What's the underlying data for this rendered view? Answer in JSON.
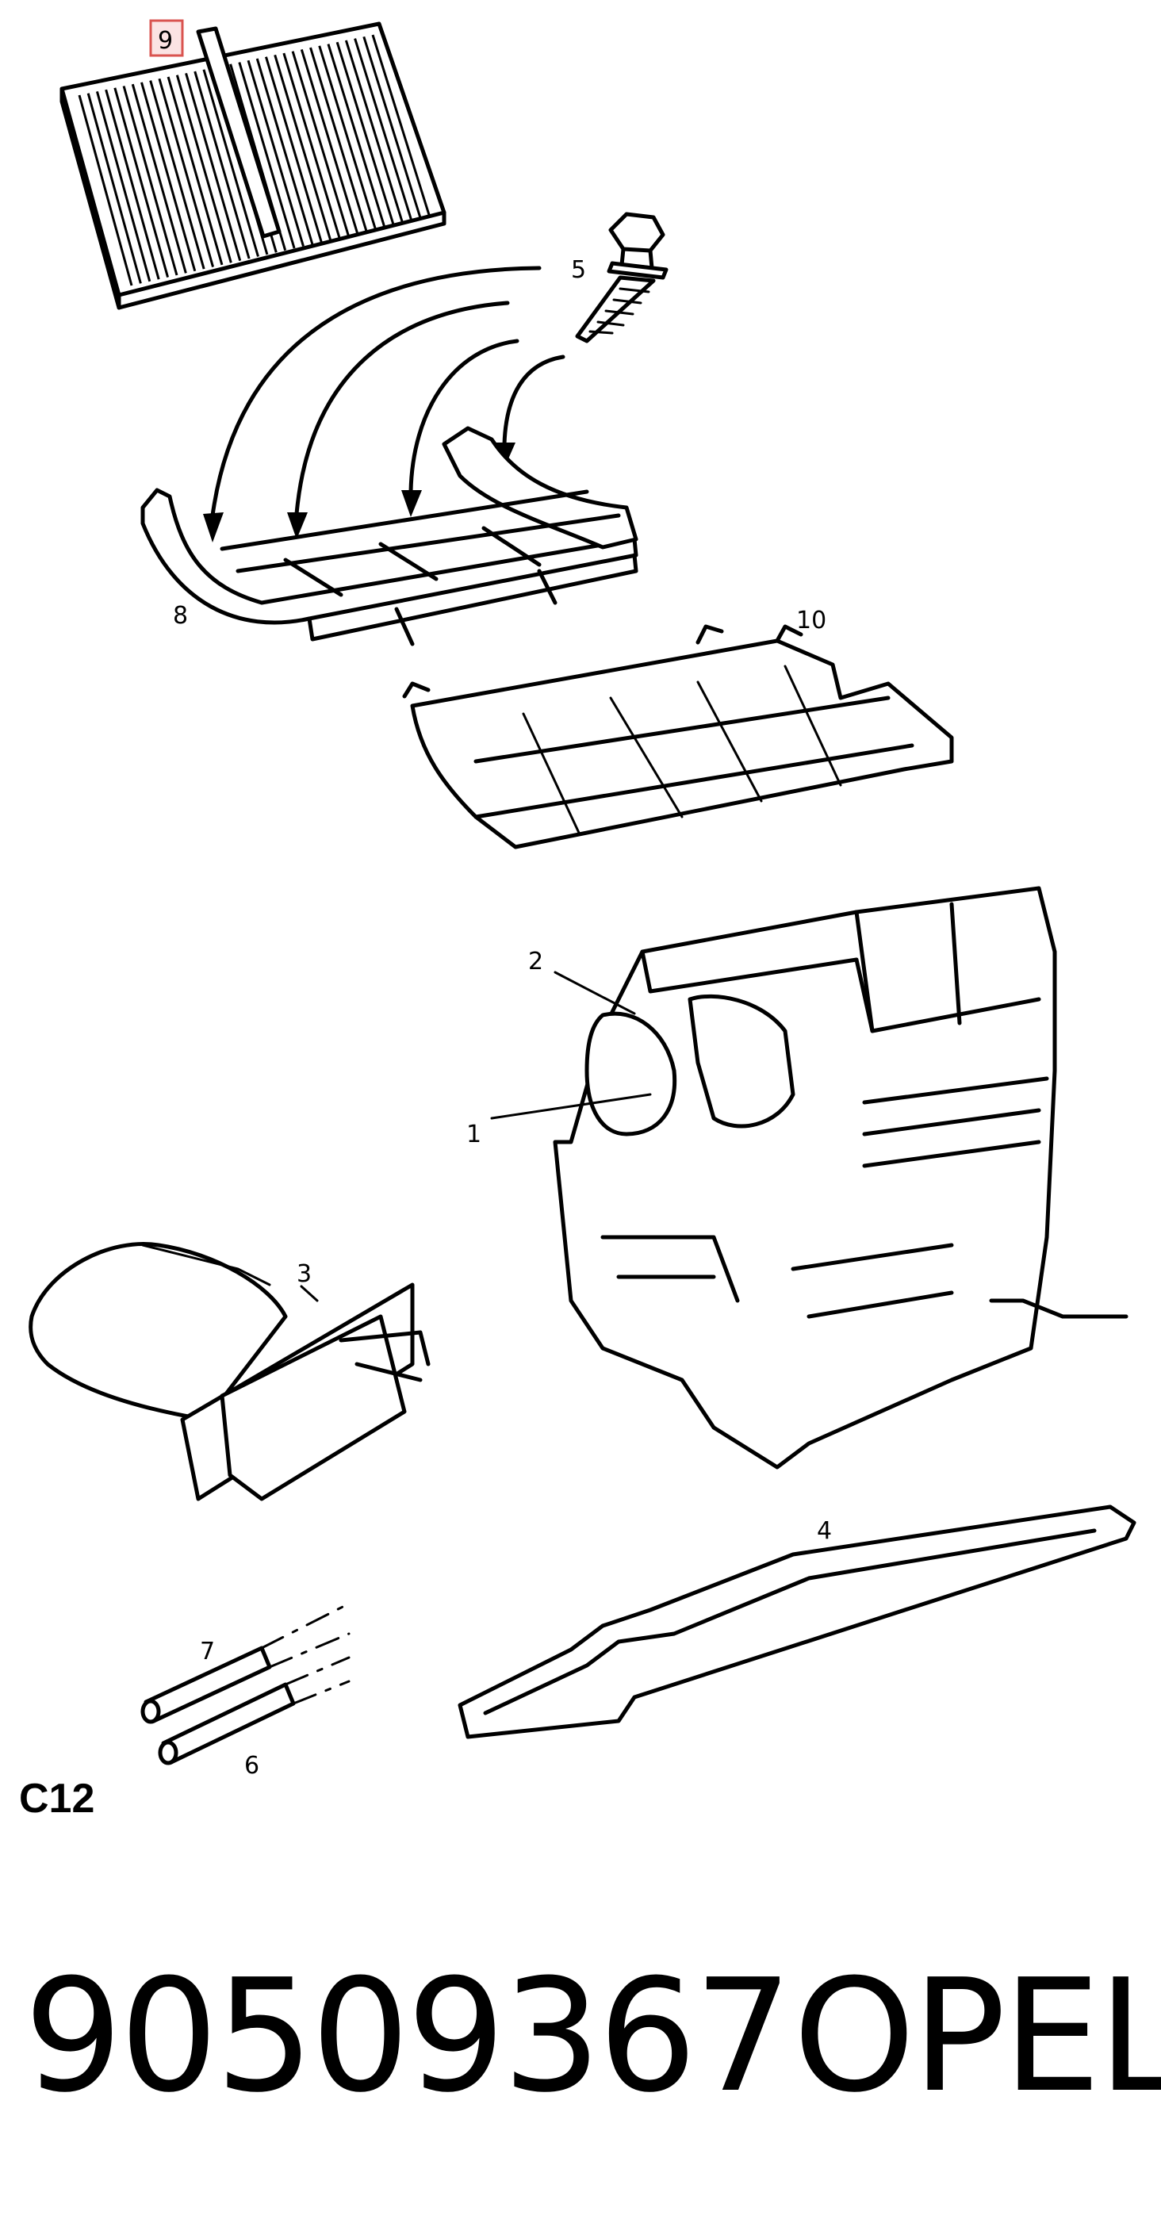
{
  "callouts": {
    "c1": "1",
    "c2": "2",
    "c3": "3",
    "c4": "4",
    "c5": "5",
    "c6": "6",
    "c7": "7",
    "c8": "8",
    "c9": "9",
    "c10": "10"
  },
  "highlighted_callout": "9",
  "highlight_color": "#d9534f",
  "diagram_code": "C12",
  "part_number": "90509367",
  "brand": "OPEL"
}
